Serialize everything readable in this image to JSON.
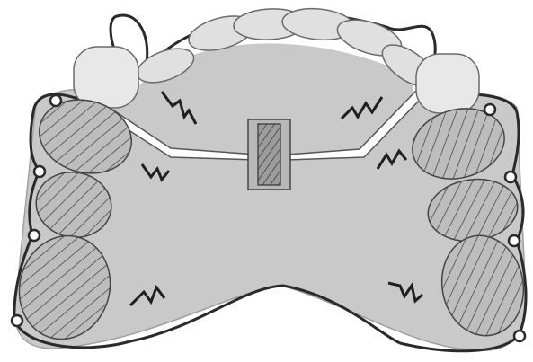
{
  "figure": {
    "subject": "dental-appliance-upper-arch",
    "colors": {
      "background": "#ffffff",
      "plate": "#c9c9c9",
      "plate_edge": "#9a9a9a",
      "outline": "#2a2a2a",
      "hatched_tooth": "#bdbdbd",
      "front_tooth": "#e0e0e0",
      "canine": "#e8e8e8",
      "gap_channel": "#ffffff",
      "expansion_screw_bg": "#a9a9a9",
      "expansion_screw_core": "#8a8a8a"
    },
    "components": {
      "posterior_teeth_per_side": 3,
      "anterior_teeth": 6,
      "canines": 2,
      "expansion_screw": 1,
      "retention_springs": 6,
      "wire_clasps": 2
    }
  }
}
